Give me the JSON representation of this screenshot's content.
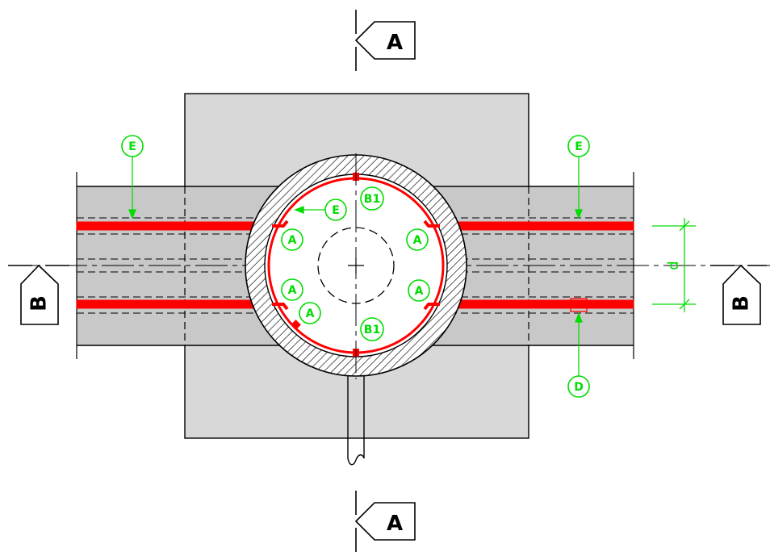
{
  "section_marks": {
    "top": "A",
    "bottom": "A",
    "left": "B",
    "right": "B"
  },
  "callouts": {
    "e_left": "E",
    "e_right": "E",
    "e_inner": "E",
    "b1_top": "B1",
    "b1_bottom": "B1",
    "a_upper_left": "A",
    "a_upper_right": "A",
    "a_lower_left": "A",
    "a_lower_right": "A",
    "a_diagonal": "A",
    "d_bottom": "D"
  },
  "dimension": {
    "label": "d"
  },
  "colors": {
    "rebar": "#ff0000",
    "annotation": "#00dd00",
    "concrete": "#d6d6d6",
    "line": "#000000",
    "background": "#ffffff"
  }
}
